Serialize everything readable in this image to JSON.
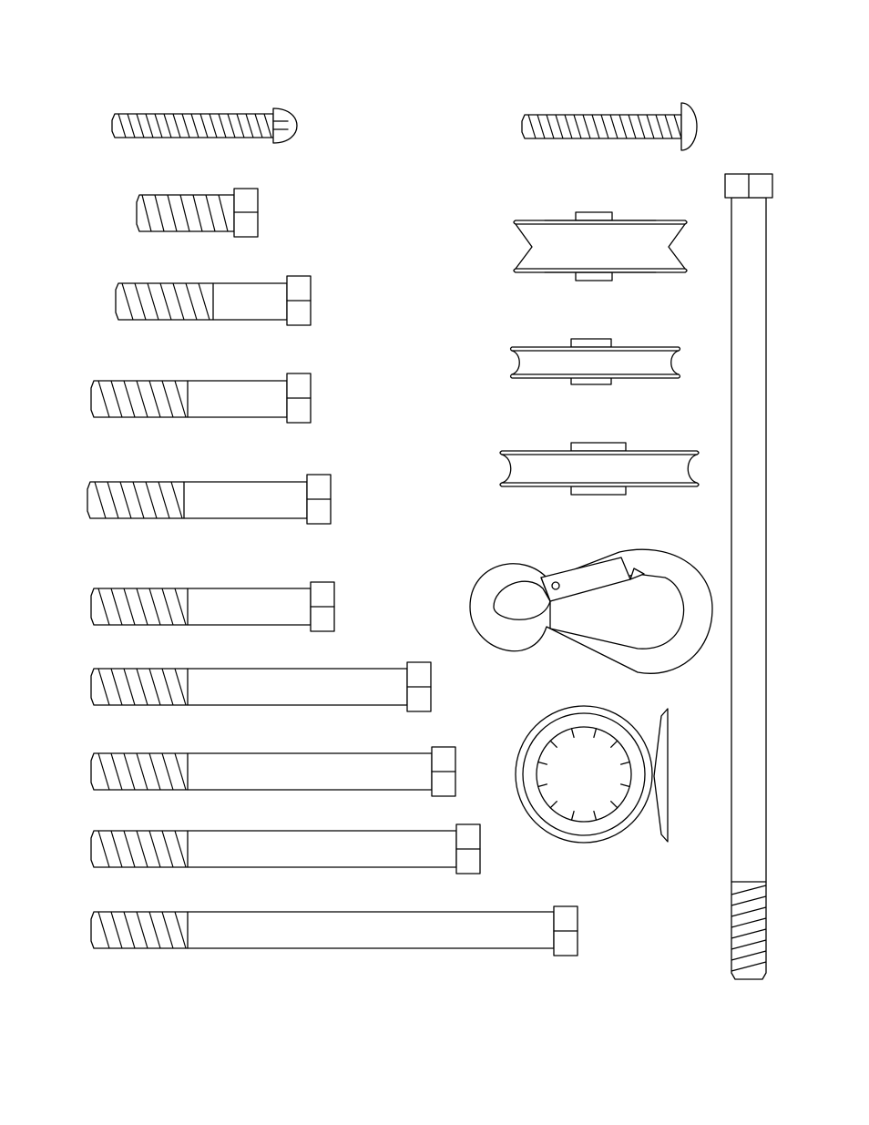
{
  "figure": {
    "kind": "hardware-identification-sheet",
    "background_color": "#ffffff",
    "line_color": "#000000",
    "parts": [
      {
        "part": "round-head-screw-slotted",
        "column": "left"
      },
      {
        "part": "hex-bolt-short",
        "column": "left"
      },
      {
        "part": "hex-bolt",
        "column": "left"
      },
      {
        "part": "hex-bolt",
        "column": "left"
      },
      {
        "part": "hex-bolt",
        "column": "left"
      },
      {
        "part": "hex-bolt",
        "column": "left"
      },
      {
        "part": "hex-bolt",
        "column": "left"
      },
      {
        "part": "hex-bolt",
        "column": "left"
      },
      {
        "part": "hex-bolt",
        "column": "left"
      },
      {
        "part": "hex-bolt-long",
        "column": "left"
      },
      {
        "part": "carriage-bolt",
        "column": "middle"
      },
      {
        "part": "v-groove-pulley",
        "column": "middle"
      },
      {
        "part": "small-pulley",
        "column": "middle"
      },
      {
        "part": "large-pulley",
        "column": "middle"
      },
      {
        "part": "snap-hook",
        "column": "middle"
      },
      {
        "part": "star-lock-washer",
        "column": "middle"
      },
      {
        "part": "extra-long-hex-bolt",
        "column": "right"
      }
    ]
  }
}
